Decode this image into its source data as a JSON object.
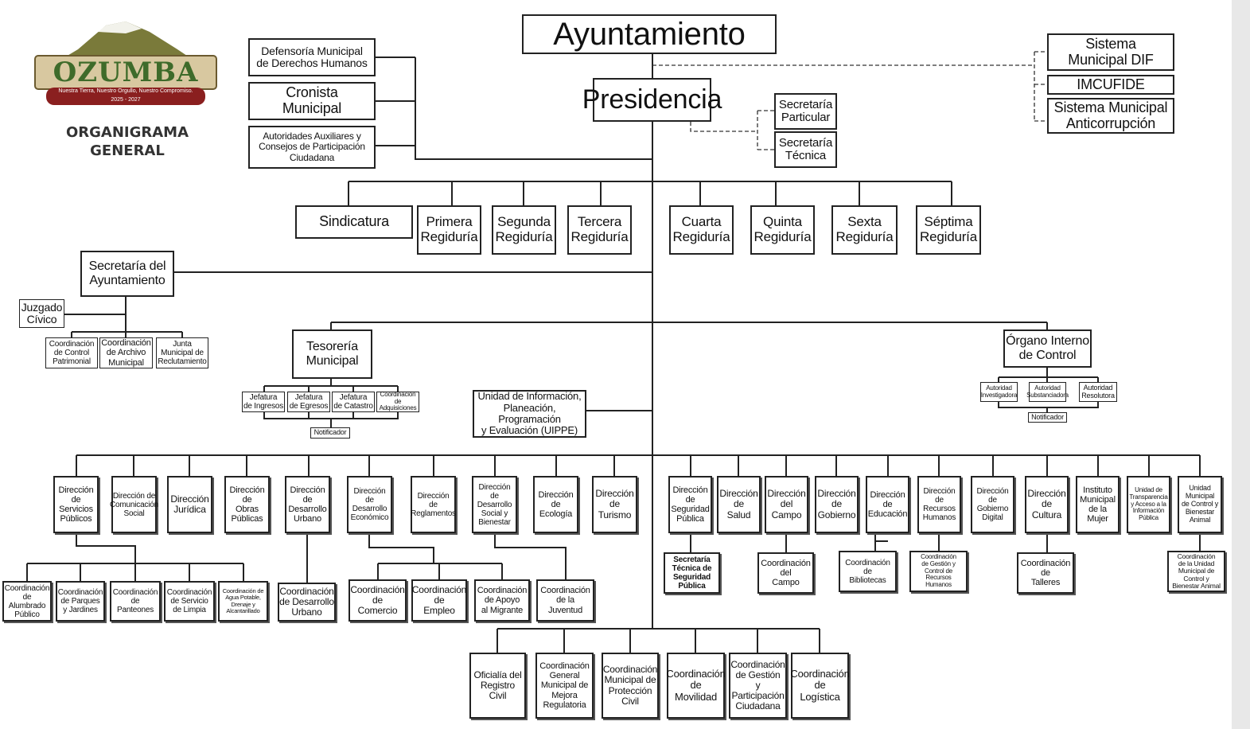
{
  "logo": {
    "word": "OZUMBA",
    "tagline": "Nuestra Tierra, Nuestro Orgullo, Nuestro Compromiso.",
    "years": "2025 - 2027"
  },
  "heading": "ORGANIGRAMA\nGENERAL",
  "nodes": {
    "ayuntamiento": "Ayuntamiento",
    "presidencia": "Presidencia",
    "defensoria": "Defensoría Municipal\nde Derechos Humanos",
    "cronista": "Cronista\nMunicipal",
    "autoridades": "Autoridades Auxiliares y\nConsejos de Participación Ciudadana",
    "sec_particular": "Secretaría\nParticular",
    "sec_tecnica": "Secretaría\nTécnica",
    "dif": "Sistema\nMunicipal DIF",
    "imcufide": "IMCUFIDE",
    "anticorrupcion": "Sistema Municipal\nAnticorrupción",
    "sindicatura": "Sindicatura",
    "reg1": "Primera\nRegiduría",
    "reg2": "Segunda\nRegiduría",
    "reg3": "Tercera\nRegiduría",
    "reg4": "Cuarta\nRegiduría",
    "reg5": "Quinta\nRegiduría",
    "reg6": "Sexta\nRegiduría",
    "reg7": "Séptima\nRegiduría",
    "sec_ayuntamiento": "Secretaría del\nAyuntamiento",
    "juzgado": "Juzgado\nCívico",
    "coord_patrimonial": "Coordinación\nde Control\nPatrimonial",
    "coord_archivo": "Coordinación\nde Archivo\nMunicipal",
    "junta_reclutamiento": "Junta\nMunicipal de\nReclutamiento",
    "tesoreria": "Tesorería\nMunicipal",
    "jef_ingresos": "Jefatura\nde Ingresos",
    "jef_egresos": "Jefatura\nde Egresos",
    "jef_catastro": "Jefatura\nde Catastro",
    "coord_adquisiciones": "Coordinación de\nAdquisiciones",
    "notificador_t": "Notificador",
    "uippe": "Unidad de Información,\nPlaneación, Programación\ny Evaluación (UIPPE)",
    "oic": "Órgano Interno\nde Control",
    "aut_investigadora": "Autoridad\nInvestigadora",
    "aut_substanciadora": "Autoridad\nSubstanciadora",
    "aut_resolutora": "Autoridad\nResolutora",
    "notificador_o": "Notificador",
    "dir_servicios": "Dirección\nde\nServicios\nPúblicos",
    "dir_comunicacion": "Dirección de\nComunicación\nSocial",
    "dir_juridica": "Dirección\nJurídica",
    "dir_obras": "Dirección de\nObras\nPúblicas",
    "dir_desurbano": "Dirección\nde\nDesarrollo\nUrbano",
    "dir_deseconomico": "Dirección de\nDesarrollo\nEconómico",
    "dir_reglamentos": "Dirección\nde\nReglamentos",
    "dir_dessocial": "Dirección de\nDesarrollo\nSocial y\nBienestar",
    "dir_ecologia": "Dirección\nde\nEcología",
    "dir_turismo": "Dirección\nde\nTurismo",
    "dir_seguridad": "Dirección\nde\nSeguridad\nPública",
    "dir_salud": "Dirección\nde\nSalud",
    "dir_campo": "Dirección\ndel\nCampo",
    "dir_gobierno": "Dirección\nde\nGobierno",
    "dir_educacion": "Dirección\nde\nEducación",
    "dir_rh": "Dirección de\nRecursos\nHumanos",
    "dir_digital": "Dirección de\nGobierno\nDigital",
    "dir_cultura": "Dirección\nde\nCultura",
    "inst_mujer": "Instituto\nMunicipal\nde la Mujer",
    "unidad_transparencia": "Unidad de\nTransparencia\ny Acceso a la\nInformación\nPública",
    "unidad_bienestar": "Unidad\nMunicipal\nde Control y\nBienestar\nAnimal",
    "coord_alumbrado": "Coordinación\nde Alumbrado\nPúblico",
    "coord_parques": "Coordinación\nde Parques\ny Jardines",
    "coord_panteones": "Coordinación\nde\nPanteones",
    "coord_limpia": "Coordinación\nde Servicio\nde Limpia",
    "coord_agua": "Coordinación de\nAgua Potable,\nDrenaje y\nAlcantarillado",
    "coord_desurbano": "Coordinación\nde Desarrollo\nUrbano",
    "coord_comercio": "Coordinación\nde\nComercio",
    "coord_empleo": "Coordinación\nde\nEmpleo",
    "coord_migrante": "Coordinación\nde Apoyo\nal Migrante",
    "coord_juventud": "Coordinación\nde la\nJuventud",
    "sec_tec_seguridad": "Secretaría\nTécnica de\nSeguridad\nPública",
    "coord_campo": "Coordinación\ndel\nCampo",
    "coord_bibliotecas": "Coordinación\nde\nBibliotecas",
    "coord_gestion_rh": "Coordinación\nde Gestión y\nControl de\nRecursos\nHumanos",
    "coord_talleres": "Coordinación\nde\nTalleres",
    "coord_unidad_bienestar": "Coordinación\nde la Unidad\nMunicipal de\nControl y\nBienestar Animal",
    "oficialia": "Oficialía del\nRegistro\nCivil",
    "coord_mejora": "Coordinación\nGeneral\nMunicipal de\nMejora\nRegulatoria",
    "coord_proteccion": "Coordinación\nMunicipal de\nProtección\nCivil",
    "coord_movilidad": "Coordinación\nde\nMovilidad",
    "coord_gestion_part": "Coordinación\nde Gestión\ny Participación\nCiudadana",
    "coord_logistica": "Coordinación\nde\nLogística"
  }
}
